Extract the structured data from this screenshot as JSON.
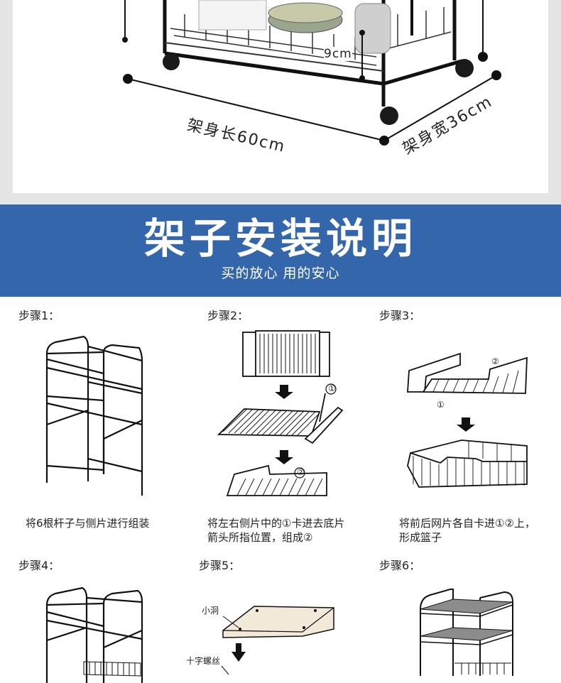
{
  "dimensions": {
    "wheel_gap": "9cm",
    "length": "架身长60cm",
    "width": "架身宽36cm"
  },
  "banner": {
    "title": "架子安装说明",
    "subtitle": "买的放心 用的安心"
  },
  "steps": [
    {
      "label": "步骤1：",
      "desc": "将6根杆子与侧片进行组装"
    },
    {
      "label": "步骤2：",
      "desc_line1": "将左右侧片中的①卡进去底片",
      "desc_line2": "箭头所指位置，组成②",
      "callout1": "①",
      "callout2": "②"
    },
    {
      "label": "步骤3：",
      "desc_line1": "将前后网片各自卡进①②上，",
      "desc_line2": "形成篮子",
      "callout1": "①",
      "callout2": "②"
    },
    {
      "label": "步骤4："
    },
    {
      "label": "步骤5：",
      "hole_label": "小洞",
      "screw_label": "十字螺丝"
    },
    {
      "label": "步骤6："
    }
  ],
  "colors": {
    "banner": "#3466ac",
    "top_bg": "#e5e5e5"
  }
}
